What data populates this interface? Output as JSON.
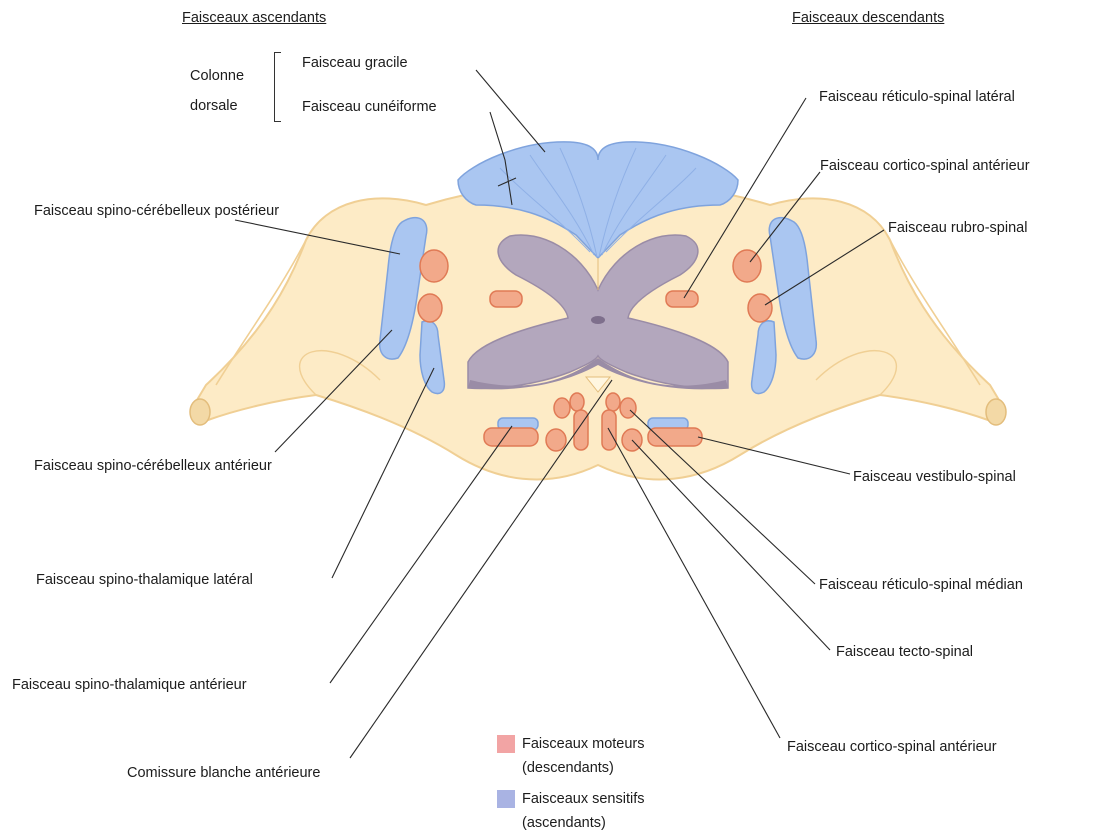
{
  "headers": {
    "ascending": "Faisceaux ascendants",
    "descending": "Faisceaux descendants"
  },
  "dorsal_column": {
    "group_line1": "Colonne",
    "group_line2": "dorsale",
    "gracile": "Faisceau gracile",
    "cuneiform": "Faisceau cunéiforme"
  },
  "left_labels": {
    "spino_cerebellar_posterior": "Faisceau spino-cérébelleux postérieur",
    "spino_cerebellar_anterior": "Faisceau spino-cérébelleux antérieur",
    "spino_thalamic_lateral": "Faisceau spino-thalamique latéral",
    "spino_thalamic_anterior": "Faisceau spino-thalamique antérieur",
    "white_commissure": "Comissure blanche antérieure"
  },
  "right_labels": {
    "reticulo_spinal_lateral": "Faisceau réticulo-spinal latéral",
    "cortico_spinal_anterior_top": "Faisceau cortico-spinal antérieur",
    "rubro_spinal": "Faisceau rubro-spinal",
    "vestibulo_spinal": "Faisceau vestibulo-spinal",
    "reticulo_spinal_median": "Faisceau réticulo-spinal médian",
    "tecto_spinal": "Faisceau tecto-spinal",
    "cortico_spinal_anterior_bottom": "Faisceau cortico-spinal antérieur"
  },
  "legend": {
    "motor_line1": "Faisceaux moteurs",
    "motor_line2": "(descendants)",
    "sensory_line1": "Faisceaux sensitifs",
    "sensory_line2": "(ascendants)"
  },
  "colors": {
    "white_matter": "#fdebc6",
    "white_matter_edge": "#f0cf94",
    "gray_matter": "#b3a7bd",
    "gray_matter_dark": "#9a8ca6",
    "sensory_tract": "#aac6f1",
    "sensory_tract_dark": "#7fa3dd",
    "motor_tract": "#f2a98a",
    "motor_tract_dark": "#e07a55",
    "legend_motor": "#f2a4a4",
    "legend_sensory": "#a9b3e3",
    "leader_line": "#2a2a2a"
  }
}
